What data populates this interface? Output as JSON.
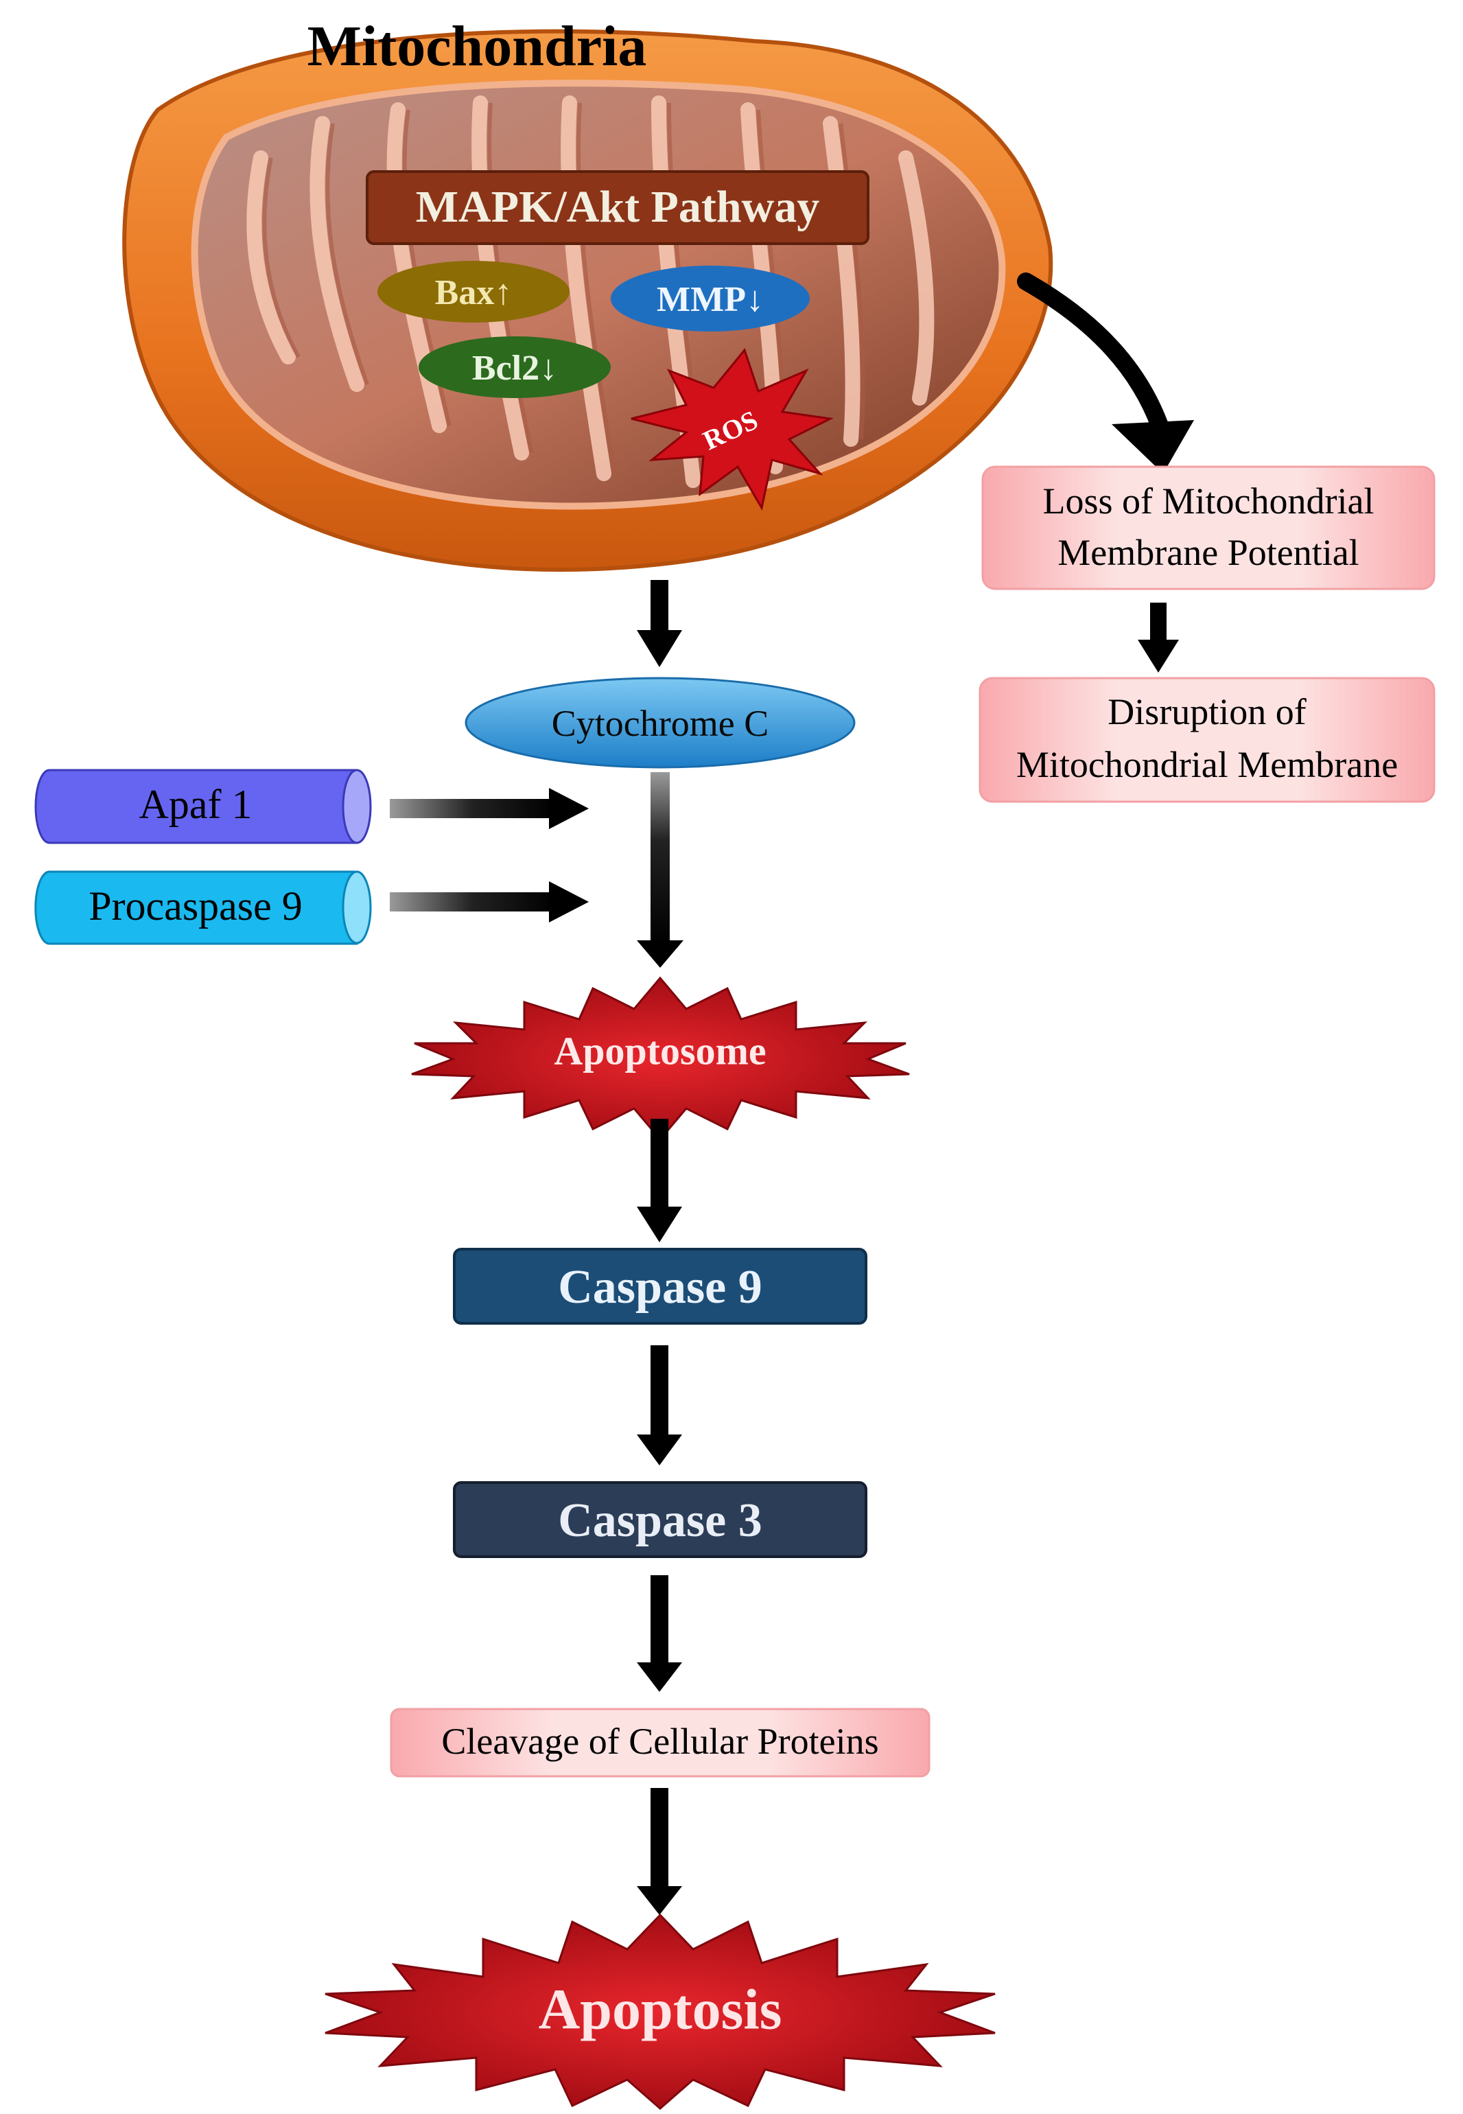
{
  "title": "Mitochondria",
  "mito_labels": {
    "pathway": "MAPK/Akt Pathway",
    "bax": "Bax↑",
    "mmp": "MMP↓",
    "bcl2": "Bcl2↓",
    "ros": "ROS"
  },
  "side_path": {
    "loss": [
      "Loss of Mitochondrial",
      "Membrane Potential"
    ],
    "disruption": [
      "Disruption of",
      "Mitochondrial Membrane"
    ]
  },
  "main_path": {
    "cytochrome": "Cytochrome C",
    "apoptosome": "Apoptosome",
    "caspase9": "Caspase 9",
    "caspase3": "Caspase 3",
    "cleavage": "Cleavage of Cellular Proteins",
    "apoptosis": "Apoptosis"
  },
  "inputs": {
    "apaf1": "Apaf 1",
    "procaspase9": "Procaspase 9"
  },
  "colors": {
    "mito_outer": "#e8731f",
    "mito_inner": "#c58570",
    "pathway_box": "#8b3418",
    "bax": "#8b6c05",
    "mmp": "#1f6fc0",
    "bcl2": "#2c6a1e",
    "ros": "#d2101a",
    "pink_box": "#fbd3d4",
    "cytochrome": "#3c9de0",
    "apaf1": "#6565f2",
    "procaspase9": "#1ab9ef",
    "caspase9": "#1c4d76",
    "caspase3": "#2c3d57",
    "burst": "#c4121a"
  }
}
